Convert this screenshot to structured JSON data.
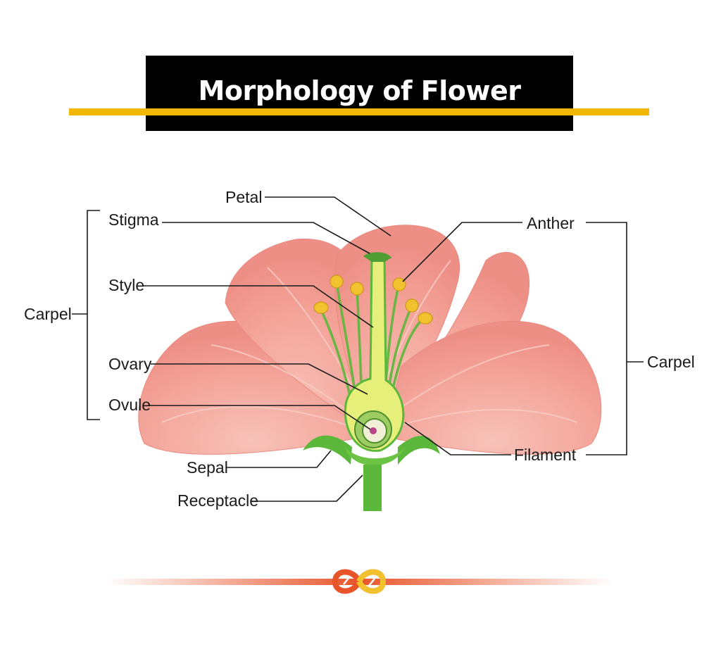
{
  "title": "Morphology of Flower",
  "labels": {
    "petal": "Petal",
    "stigma": "Stigma",
    "style": "Style",
    "ovary": "Ovary",
    "ovule": "Ovule",
    "sepal": "Sepal",
    "receptacle": "Receptacle",
    "anther": "Anther",
    "filament": "Filament",
    "carpel_left": "Carpel",
    "carpel_right": "Carpel"
  },
  "colors": {
    "title_bg": "#000000",
    "title_stripe": "#f2b705",
    "petal": "#f4a59a",
    "stem": "#5cb83a",
    "anther": "#f2c22e",
    "footer_gradient": "#e8542a"
  },
  "icons": {
    "footer_logo": "infinity-logo-icon"
  }
}
